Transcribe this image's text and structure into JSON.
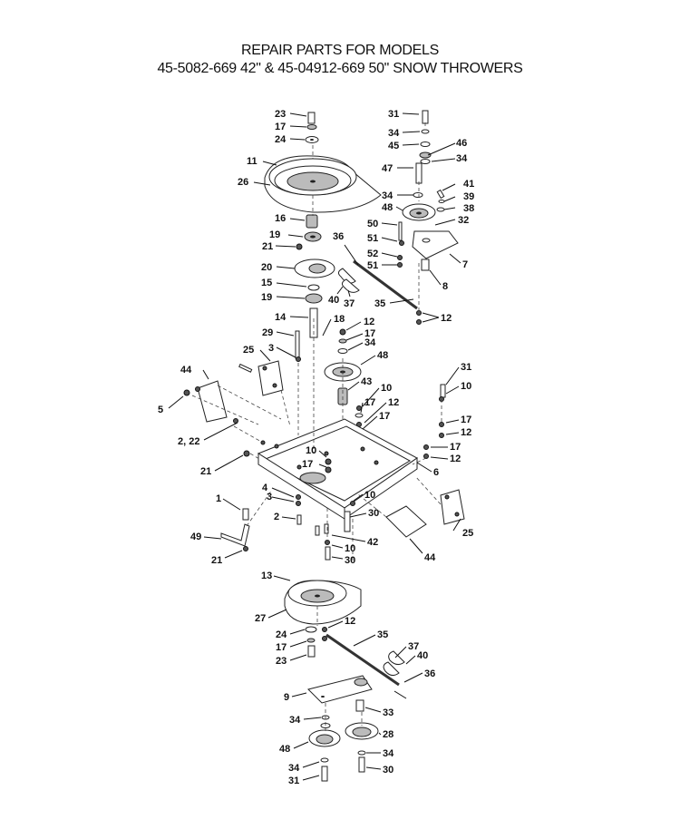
{
  "header": {
    "line1": "REPAIR PARTS FOR MODELS",
    "line2": "45-5082-669 42\" & 45-04912-669 50\" SNOW THROWERS"
  },
  "callouts": {
    "c23a": "23",
    "c17a": "17",
    "c24a": "24",
    "c11": "11",
    "c26": "26",
    "c16": "16",
    "c19a": "19",
    "c21a": "21",
    "c20": "20",
    "c15": "15",
    "c19b": "19",
    "c14": "14",
    "c18": "18",
    "c29": "29",
    "c3a": "3",
    "c25a": "25",
    "c44a": "44",
    "c5": "5",
    "c2_22": "2, 22",
    "c21b": "21",
    "c31a": "31",
    "c34a": "34",
    "c45": "45",
    "c46": "46",
    "c34b": "34",
    "c47": "47",
    "c41": "41",
    "c39": "39",
    "c34c": "34",
    "c38": "38",
    "c48a": "48",
    "c32": "32",
    "c50": "50",
    "c51a": "51",
    "c36a": "36",
    "c52": "52",
    "c51b": "51",
    "c7": "7",
    "c40a": "40",
    "c37a": "37",
    "c8": "8",
    "c35a": "35",
    "c12a": "12",
    "c12b": "12",
    "c17b": "17",
    "c34d": "34",
    "c48b": "48",
    "c43": "43",
    "c10a": "10",
    "c17c": "17",
    "c12c": "12",
    "c17d": "17",
    "c31b": "31",
    "c10b": "10",
    "c17e": "17",
    "c12d": "12",
    "c17f": "17",
    "c12e": "12",
    "c6": "6",
    "c10c": "10",
    "c17g": "17",
    "c4": "4",
    "c3b": "3",
    "c1": "1",
    "c10d": "10",
    "c2": "2",
    "c30a": "30",
    "c25b": "25",
    "c49": "49",
    "c21c": "21",
    "c42": "42",
    "c44b": "44",
    "c10e": "10",
    "c30b": "30",
    "c13": "13",
    "c27": "27",
    "c12f": "12",
    "c24b": "24",
    "c17h": "17",
    "c23b": "23",
    "c35b": "35",
    "c37b": "37",
    "c40b": "40",
    "c36b": "36",
    "c9": "9",
    "c33": "33",
    "c34e": "34",
    "c28": "28",
    "c48c": "48",
    "c34f": "34",
    "c34g": "34",
    "c31c": "31",
    "c30c": "30"
  }
}
